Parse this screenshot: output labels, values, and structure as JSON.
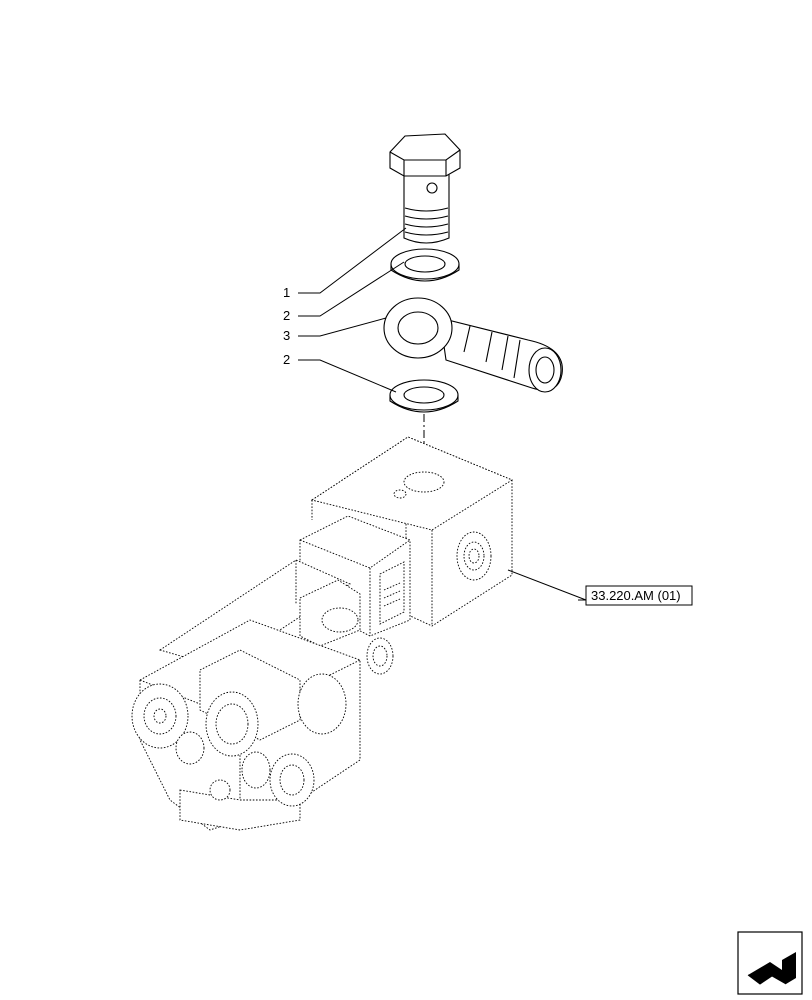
{
  "callouts": [
    {
      "id": "1",
      "label": "1"
    },
    {
      "id": "2a",
      "label": "2"
    },
    {
      "id": "3",
      "label": "3"
    },
    {
      "id": "2b",
      "label": "2"
    }
  ],
  "reference": {
    "label": "33.220.AM (01)"
  },
  "icons": {
    "corner": "page-turn-arrow-icon"
  }
}
